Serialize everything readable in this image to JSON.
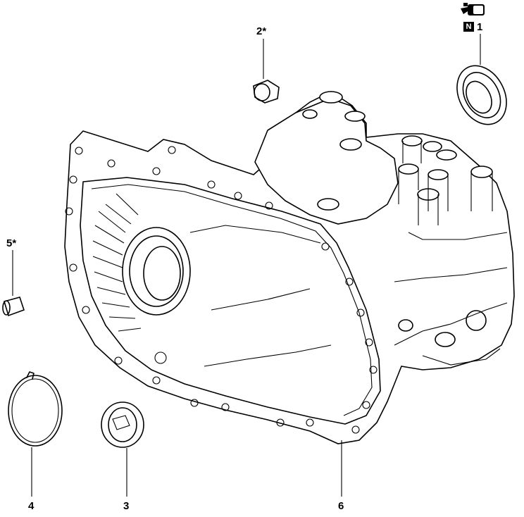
{
  "callouts": [
    {
      "id": "1",
      "label": "1"
    },
    {
      "id": "2",
      "label": "2*"
    },
    {
      "id": "3",
      "label": "3"
    },
    {
      "id": "4",
      "label": "4"
    },
    {
      "id": "5",
      "label": "5*"
    },
    {
      "id": "6",
      "label": "6"
    }
  ],
  "symbols": {
    "new_part_badge": "N",
    "grease_icon": "grease-can-icon"
  }
}
